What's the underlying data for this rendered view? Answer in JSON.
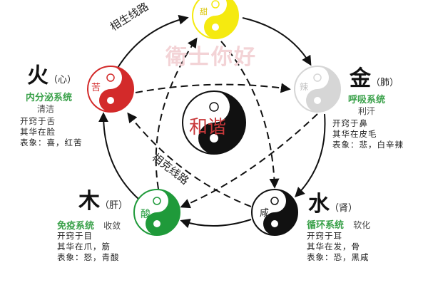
{
  "center": {
    "label": "和谐",
    "label_color": "#c8383a"
  },
  "watermark": "衛士你好",
  "routes": {
    "generating": "相生线路",
    "controlling": "相克线路"
  },
  "elements": {
    "fire": {
      "element": "火",
      "organ": "（心）",
      "system": "内分泌系统",
      "quality": "清洁",
      "taste": "苦",
      "info": [
        "开窍于舌",
        "其华在脸",
        "表象：喜，红苦"
      ],
      "color": "#d32a2a"
    },
    "earth": {
      "taste": "甜",
      "color": "#f5ea10"
    },
    "metal": {
      "element": "金",
      "organ": "（肺）",
      "system": "呼吸系统",
      "quality": "利汗",
      "taste": "辣",
      "info": [
        "开窍于鼻",
        "其华在皮毛",
        "表象：悲，白辛辣"
      ],
      "color": "#d6d6d6"
    },
    "water": {
      "element": "水",
      "organ": "（肾）",
      "system": "循环系统",
      "quality": "软化",
      "taste": "咸",
      "info": [
        "开窍于耳",
        "其华在发，骨",
        "表象：恐，黑咸"
      ],
      "color": "#111111"
    },
    "wood": {
      "element": "木",
      "organ": "（肝）",
      "system": "免疫系统",
      "quality": "收敛",
      "taste": "酸",
      "info": [
        "开窍于目",
        "其华在爪，筋",
        "表象：怒，青酸"
      ],
      "color": "#1f9a3a"
    }
  }
}
